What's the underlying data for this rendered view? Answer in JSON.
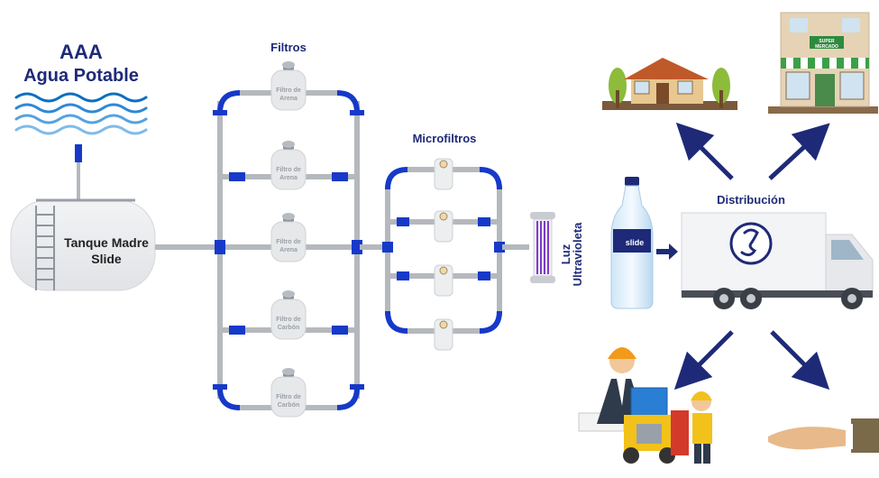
{
  "source": {
    "title_line1": "AAA",
    "title_line2": "Agua Potable"
  },
  "tank": {
    "line1": "Tanque Madre",
    "line2": "Slide"
  },
  "filters": {
    "heading": "Filtros",
    "items": [
      {
        "line1": "Filtro de",
        "line2": "Arena"
      },
      {
        "line1": "Filtro de",
        "line2": "Arena"
      },
      {
        "line1": "Filtro de",
        "line2": "Arena"
      },
      {
        "line1": "Filtro de",
        "line2": "Carbón"
      },
      {
        "line1": "Filtro de",
        "line2": "Carbón"
      }
    ]
  },
  "microfilters": {
    "heading": "Microfiltros"
  },
  "uv": {
    "line1": "Luz",
    "line2": "Ultravioleta"
  },
  "bottle": {
    "brand": "slide"
  },
  "distribution": {
    "heading": "Distribución"
  },
  "market": {
    "sign_line1": "SUPER",
    "sign_line2": "MERCADO"
  },
  "colors": {
    "brand_navy": "#1e2a78",
    "pipe_blue": "#1639c9",
    "pipe_gray": "#b5b8bd",
    "wave_blue": "#2f7fd0"
  }
}
